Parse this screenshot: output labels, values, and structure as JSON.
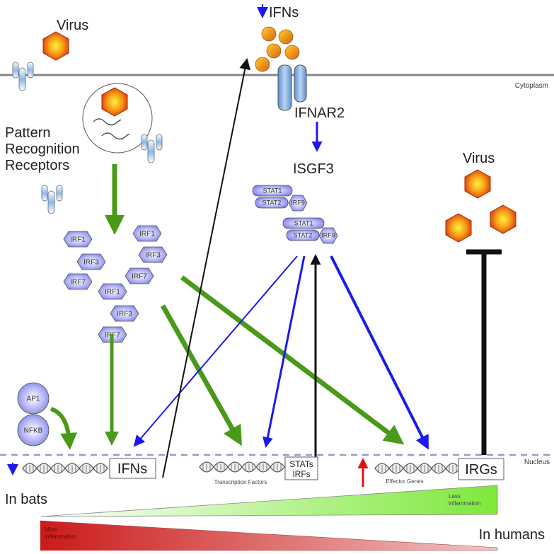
{
  "labels": {
    "virus_top": "Virus",
    "ifns_top": "IFNs",
    "cytoplasm": "Cytoplasm",
    "prr_line1": "Pattern",
    "prr_line2": "Recognition",
    "prr_line3": "Receptors",
    "ifnar2": "IFNAR2",
    "isgf3": "ISGF3",
    "virus_right": "Virus",
    "nucleus": "Nucleus",
    "ifns_gene": "IFNs",
    "stats_irfs_1": "STATs",
    "stats_irfs_2": "IRFs",
    "irgs": "IRGs",
    "transcription_factors": "Transcription Factors",
    "effector_genes": "Effector Genes",
    "in_bats": "In bats",
    "in_humans": "In humans",
    "less_infl_1": "Less",
    "less_infl_2": "inflammation",
    "more_infl_1": "More",
    "more_infl_2": "inflammation"
  },
  "irf_proteins": [
    "IRF1",
    "IRF3",
    "IRF7",
    "IRF1",
    "IRF3",
    "IRF7",
    "IRF1",
    "IRF3",
    "IRF7"
  ],
  "isgf3_complex": {
    "stat1": "STAT1",
    "stat2": "STAT2",
    "irf9": "IRF9"
  },
  "transcription_factors": {
    "ap1": "AP1",
    "nfkb": "NFKB"
  },
  "indicators": {
    "ifns_top": "down",
    "ifns_gene": "down",
    "irgs": "up"
  },
  "colors": {
    "green_arrow": "#4a9a1a",
    "blue_arrow": "#1a1af0",
    "black_arrow": "#111111",
    "red_arrow": "#dd1111",
    "protein_fill": "#9a9af0",
    "virus_outer": "#d23a10",
    "virus_inner": "#ffe020",
    "receptor": "#8fb8e8",
    "bats_wedge": "#7ee83a",
    "humans_wedge": "#cc1a1a"
  }
}
